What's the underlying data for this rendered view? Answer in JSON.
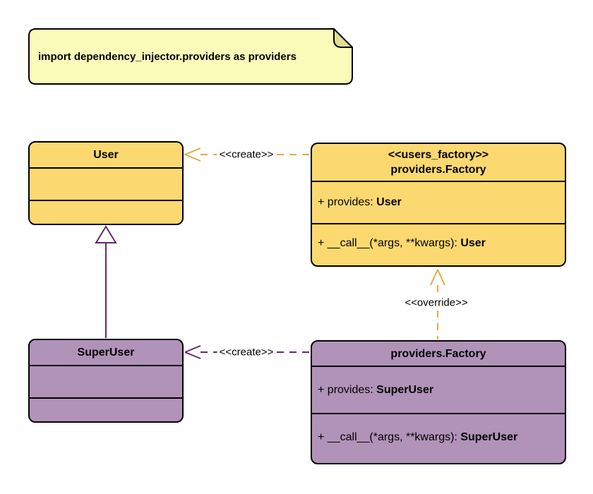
{
  "note": {
    "text": "import dependency_injector.providers as providers"
  },
  "classes": {
    "user": {
      "title": "User"
    },
    "super_user": {
      "title": "SuperUser"
    },
    "users_factory": {
      "stereotype": "<<users_factory>>",
      "name": "providers.Factory",
      "attribute": {
        "prefix": "+ provides: ",
        "type": "User"
      },
      "method": {
        "prefix": "+ __call__(*args, **kwargs): ",
        "type": "User"
      }
    },
    "super_factory": {
      "name": "providers.Factory",
      "attribute": {
        "prefix": "+ provides: ",
        "type": "SuperUser"
      },
      "method": {
        "prefix": "+ __call__(*args, **kwargs): ",
        "type": "SuperUser"
      }
    }
  },
  "edges": {
    "create_user": {
      "label": "<<create>>"
    },
    "create_super_user": {
      "label": "<<create>>"
    },
    "override": {
      "label": "<<override>>"
    },
    "inheritance": {
      "label": ""
    }
  },
  "colors": {
    "class_yellow": "#FBD970",
    "class_purple": "#B192B8",
    "note_fill": "#FAFAB9",
    "note_fold": "#DFDF95",
    "gold_arrow": "#DFAE3C",
    "purple_arrow": "#632A6B"
  }
}
